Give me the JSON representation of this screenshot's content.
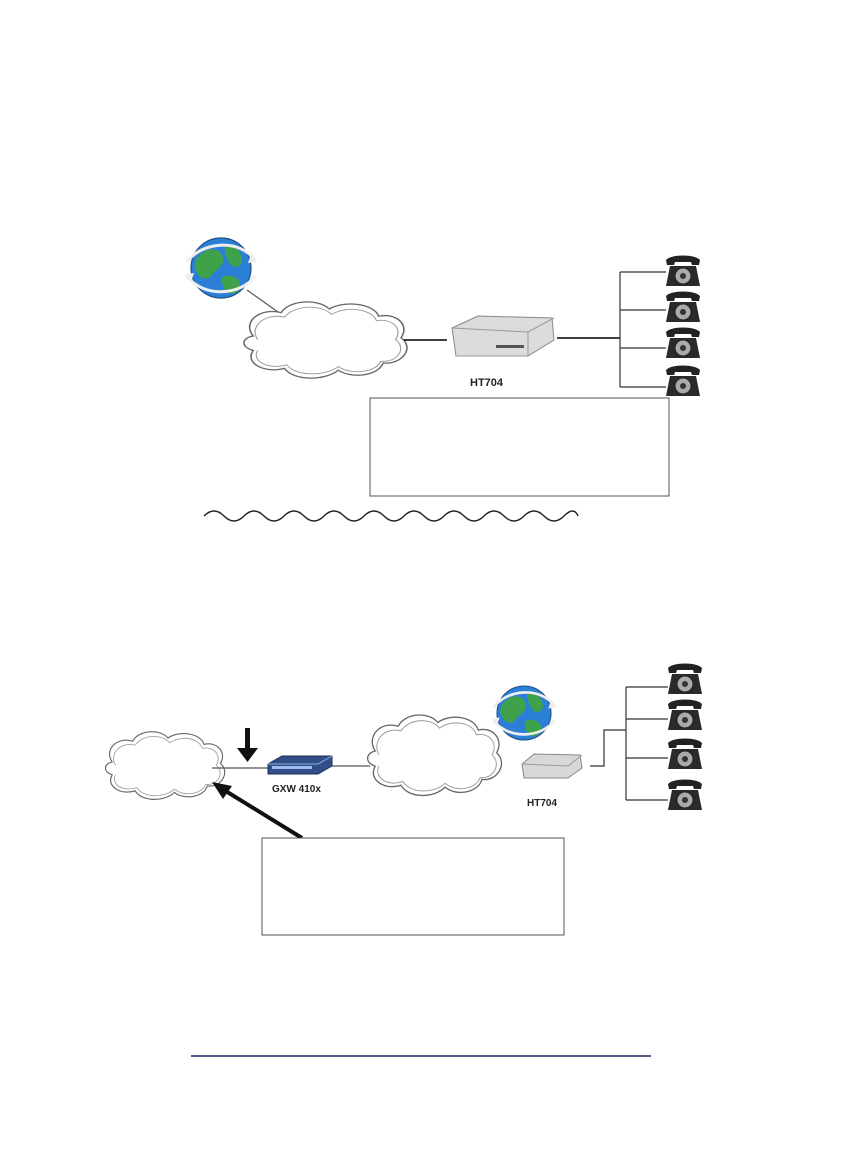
{
  "diagram_top": {
    "device_label": "HT704",
    "phone_count": 4
  },
  "diagram_bottom": {
    "gateway_label": "GXW 410x",
    "device_label": "HT704",
    "phone_count": 4
  },
  "colors": {
    "line": "#000000",
    "box_border": "#555555",
    "wave": "#222222",
    "footer_link": "#1f2a6b",
    "globe_ocean": "#2c7fd6",
    "globe_land": "#3fa14a"
  },
  "icons": {
    "globe": "globe-icon",
    "cloud": "cloud-icon",
    "router": "router-icon",
    "phone": "telephone-icon",
    "arrow": "arrow-icon"
  }
}
